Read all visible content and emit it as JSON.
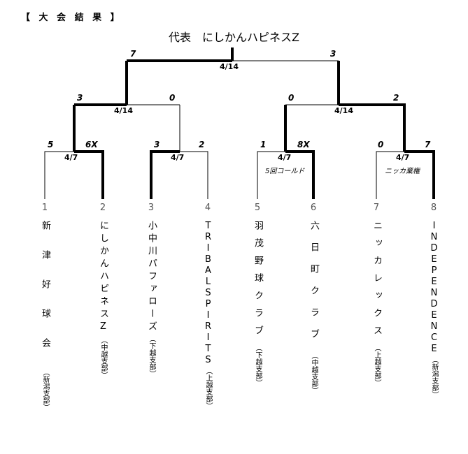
{
  "heading": "【 大 会 結 果 】",
  "champion": "代表　にしかんハピネスZ",
  "final": {
    "left_score": "7",
    "right_score": "3",
    "date": "4/14"
  },
  "semis": [
    {
      "left_score": "3",
      "right_score": "0",
      "date": "4/14"
    },
    {
      "left_score": "0",
      "right_score": "2",
      "date": "4/14"
    }
  ],
  "first_round": [
    {
      "left_score": "5",
      "right_score": "6X",
      "date": "4/7",
      "note": ""
    },
    {
      "left_score": "3",
      "right_score": "2",
      "date": "4/7",
      "note": ""
    },
    {
      "left_score": "1",
      "right_score": "8X",
      "date": "4/7",
      "note": "5回コールド"
    },
    {
      "left_score": "0",
      "right_score": "7",
      "date": "4/7",
      "note": "ニッカ棄権"
    }
  ],
  "teams": [
    {
      "seed": "1",
      "name": "新津好球会",
      "branch": "（新潟支部）"
    },
    {
      "seed": "2",
      "name": "にしかんハピネスZ",
      "branch": "（中越支部）"
    },
    {
      "seed": "3",
      "name": "小中川パファローズ",
      "branch": "（下越支部）"
    },
    {
      "seed": "4",
      "name": "TRIBALSPIRITS",
      "branch": "（上越支部）"
    },
    {
      "seed": "5",
      "name": "羽茂野球クラブ",
      "branch": "（下越支部）"
    },
    {
      "seed": "6",
      "name": "六日町クラブ",
      "branch": "（中越支部）"
    },
    {
      "seed": "7",
      "name": "ニッカレックス",
      "branch": "（上越支部）"
    },
    {
      "seed": "8",
      "name": "INDEPENDENCE",
      "branch": "（新潟支部）"
    }
  ]
}
